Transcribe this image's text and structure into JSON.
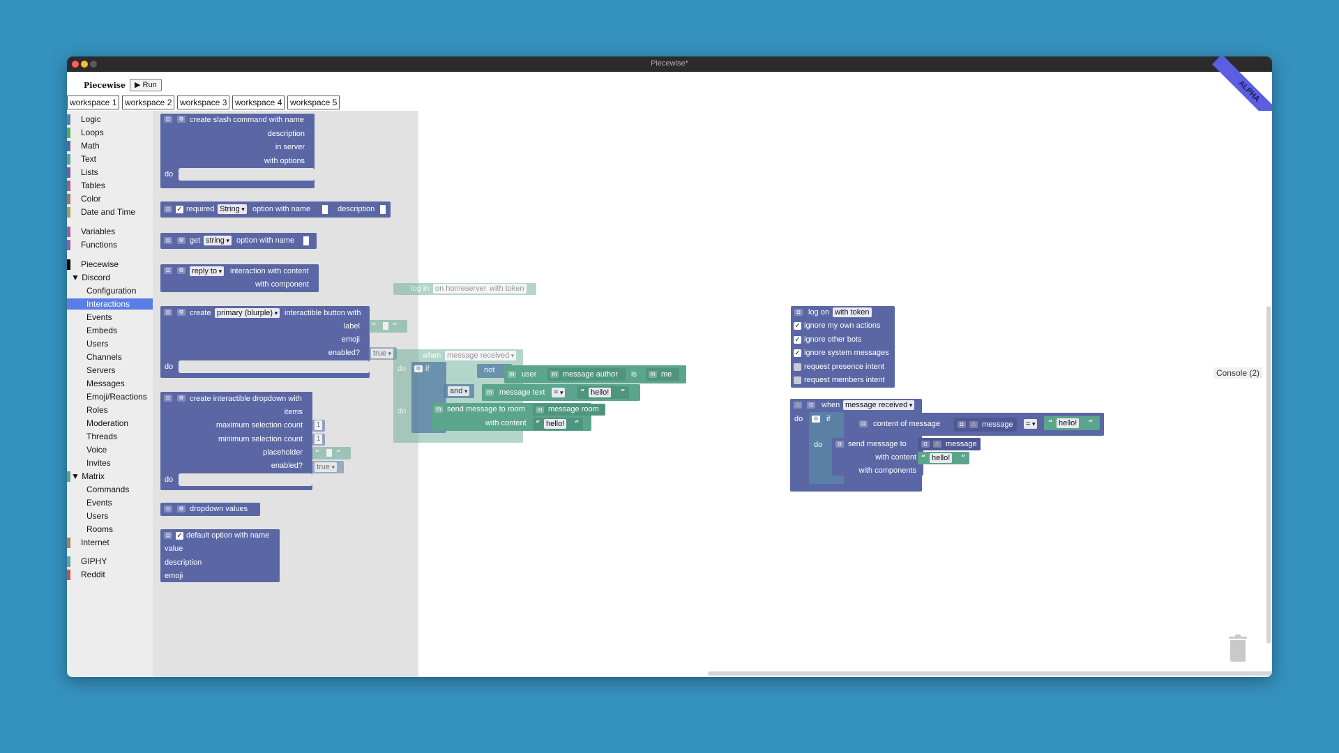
{
  "window": {
    "title": "Piecewise*"
  },
  "app": {
    "name": "Piecewise",
    "run_label": "▶ Run",
    "alpha_badge": "ALPHA"
  },
  "tabs": [
    "workspace 1",
    "workspace 2",
    "workspace 3",
    "workspace 4",
    "workspace 5"
  ],
  "toolbox": {
    "categories": [
      {
        "label": "Logic",
        "color": "#5b80a5"
      },
      {
        "label": "Loops",
        "color": "#5ba55b"
      },
      {
        "label": "Math",
        "color": "#5b67a5"
      },
      {
        "label": "Text",
        "color": "#5ba58c"
      },
      {
        "label": "Lists",
        "color": "#745ba5"
      },
      {
        "label": "Tables",
        "color": "#a55b80"
      },
      {
        "label": "Color",
        "color": "#a5745b"
      },
      {
        "label": "Date and Time",
        "color": "#a59a5b"
      },
      {
        "label": "Variables",
        "color": "#a55b99"
      },
      {
        "label": "Functions",
        "color": "#995ba5"
      },
      {
        "label": "Piecewise",
        "color": "#000000"
      },
      {
        "label": "▼ Discord",
        "color": ""
      },
      {
        "label": "Configuration",
        "color": ""
      },
      {
        "label": "Interactions",
        "color": ""
      },
      {
        "label": "Events",
        "color": ""
      },
      {
        "label": "Embeds",
        "color": ""
      },
      {
        "label": "Users",
        "color": ""
      },
      {
        "label": "Channels",
        "color": ""
      },
      {
        "label": "Servers",
        "color": ""
      },
      {
        "label": "Messages",
        "color": ""
      },
      {
        "label": "Emoji/Reactions",
        "color": ""
      },
      {
        "label": "Roles",
        "color": ""
      },
      {
        "label": "Moderation",
        "color": ""
      },
      {
        "label": "Threads",
        "color": ""
      },
      {
        "label": "Voice",
        "color": ""
      },
      {
        "label": "Invites",
        "color": ""
      },
      {
        "label": "▼ Matrix",
        "color": "#5ba58c"
      },
      {
        "label": "Commands",
        "color": ""
      },
      {
        "label": "Events",
        "color": ""
      },
      {
        "label": "Users",
        "color": ""
      },
      {
        "label": "Rooms",
        "color": ""
      },
      {
        "label": "Internet",
        "color": "#a5805b"
      },
      {
        "label": "GIPHY",
        "color": "#5ba5a5"
      },
      {
        "label": "Reddit",
        "color": "#c0504d"
      }
    ]
  },
  "flyout": {
    "slash": {
      "title": "create slash command with name",
      "description": "description",
      "in_server": "in server",
      "with_options": "with options",
      "do": "do"
    },
    "required_option": {
      "required": "required",
      "type": "String",
      "option_with_name": "option with name",
      "description": "description"
    },
    "get_option": {
      "get": "get",
      "type": "string",
      "option_with_name": "option with name"
    },
    "reply": {
      "mode": "reply to",
      "interaction_with_content": "interaction with content",
      "with_component": "with component"
    },
    "button": {
      "create": "create",
      "style": "primary (blurple)",
      "interactible_button_with": "interactible button with",
      "label": "label",
      "emoji": "emoji",
      "enabled": "enabled?",
      "enabled_value": "true",
      "do": "do"
    },
    "dropdown": {
      "title": "create interactible dropdown with",
      "items": "items",
      "max": "maximum selection count",
      "max_value": "1",
      "min": "minimum selection count",
      "min_value": "1",
      "placeholder": "placeholder",
      "enabled": "enabled?",
      "enabled_value": "true",
      "do": "do"
    },
    "dropdown_values": {
      "title": "dropdown values"
    },
    "default_option": {
      "title": "default option with name",
      "value": "value",
      "description": "description",
      "emoji": "emoji"
    }
  },
  "workspace": {
    "ghost": {
      "login": "log in",
      "on_homeserver": "on homeserver",
      "with_token": "with token",
      "when": "when",
      "event": "message received",
      "do": "do",
      "if": "if",
      "not": "not",
      "user": "user",
      "message_author": "message author",
      "is": "is",
      "me": "me",
      "and": "and",
      "message_text": "message text",
      "eq": "=",
      "hello": "hello!",
      "send_to_room": "send message to room",
      "message_room": "message room",
      "with_content": "with content"
    },
    "logon": {
      "log_on": "log on",
      "with_token": "with token",
      "ignore_own": "ignore my own actions",
      "ignore_bots": "ignore other bots",
      "ignore_system": "ignore system messages",
      "presence": "request presence intent",
      "members": "request members intent"
    },
    "handler": {
      "when": "when",
      "event": "message received",
      "do": "do",
      "if": "if",
      "content_of_message": "content of message",
      "message": "message",
      "eq": "=",
      "hello": "hello!",
      "send_message_to": "send message to",
      "with_content": "with content",
      "with_components": "with components"
    }
  },
  "console": {
    "label": "Console (2)"
  }
}
